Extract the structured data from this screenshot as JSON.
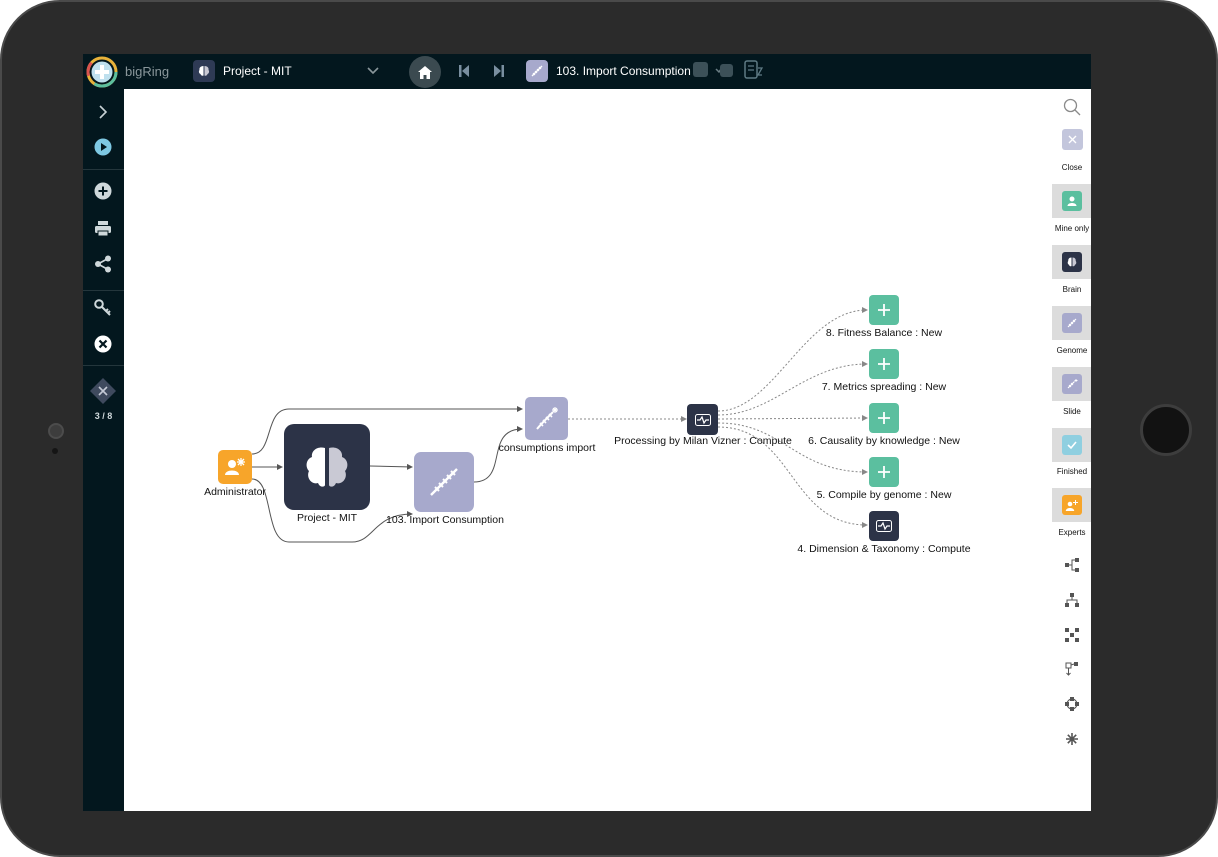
{
  "app": {
    "name": "bigRing"
  },
  "header": {
    "project_label": "Project - MIT",
    "current_item": "103. Import Consumption"
  },
  "leftbar": {
    "pager": "3 / 8"
  },
  "graph": {
    "administrator": "Administrator",
    "project": "Project - MIT",
    "import": "103. Import Consumption",
    "consumptions": "consumptions import",
    "processing": "Processing by Milan Vizner : Compute",
    "outputs": [
      "8. Fitness Balance : New",
      "7. Metrics spreading : New",
      "6. Causality by knowledge : New",
      "5. Compile by genome : New",
      "4. Dimension & Taxonomy : Compute"
    ]
  },
  "right_panel": {
    "close": "Close",
    "mine_only": "Mine only",
    "brain": "Brain",
    "genome": "Genome",
    "slide": "Slide",
    "finished": "Finished",
    "experts": "Experts"
  },
  "colors": {
    "bar": "#03171e",
    "accent_teal": "#5bbf9f",
    "brain_dark": "#2c3347",
    "genome_lavender": "#a7a9cc",
    "expert_orange": "#f7a52a",
    "play_blue": "#7ec8e3"
  }
}
